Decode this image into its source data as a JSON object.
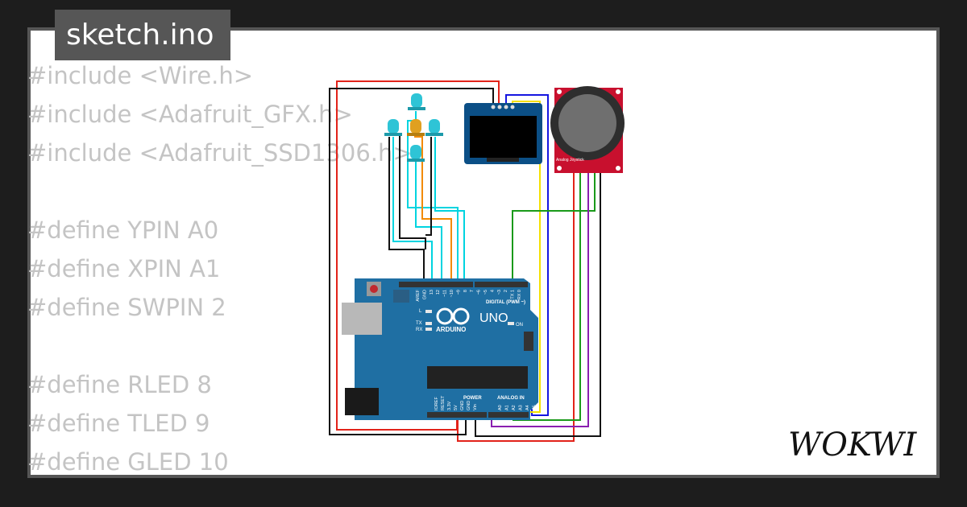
{
  "file_tab": {
    "label": "sketch.ino"
  },
  "code_lines": [
    "#include <Wire.h>",
    "#include <Adafruit_GFX.h>",
    "#include <Adafruit_SSD1306.h>",
    "",
    "#define YPIN A0",
    "#define XPIN A1",
    "#define SWPIN 2",
    "",
    "#define RLED 8",
    "#define TLED 9",
    "#define GLED 10"
  ],
  "board": {
    "name": "UNO",
    "brand": "ARDUINO",
    "digital_label": "DIGITAL (PWM ~)",
    "power_label": "POWER",
    "analog_label": "ANALOG IN",
    "on_label": "ON",
    "l_label": "L",
    "tx_label": "TX",
    "rx_label": "RX",
    "power_pins": [
      "IOREF",
      "RESET",
      "3.3V",
      "5V",
      "GND",
      "GND",
      "Vin"
    ],
    "analog_pins": [
      "A0",
      "A1",
      "A2",
      "A3",
      "A4",
      "A5"
    ],
    "digital_pins": [
      "AREF",
      "GND",
      "13",
      "12",
      "~11",
      "~10",
      "~9",
      "8",
      "7",
      "~6",
      "~5",
      "4",
      "~3",
      "2",
      "TX 1",
      "RX 0"
    ]
  },
  "joystick": {
    "label": "Analog Joystick"
  },
  "logo": {
    "text": "WOKWI"
  },
  "colors": {
    "background": "#1d1d1d",
    "frame": "#565656",
    "board": "#1f6fa3",
    "oled": "#0b4f86",
    "joystick_pcb": "#c8102e",
    "wire_red": "#e2231a",
    "wire_black": "#111111",
    "wire_blue": "#1515e0",
    "wire_yellow": "#f4e000",
    "wire_green": "#1a9a1a",
    "wire_purple": "#8a1fb0",
    "wire_cyan": "#00d4e0",
    "wire_orange": "#f28a00",
    "led_cyan": "#2ec4d6",
    "led_orange": "#e0a020"
  }
}
